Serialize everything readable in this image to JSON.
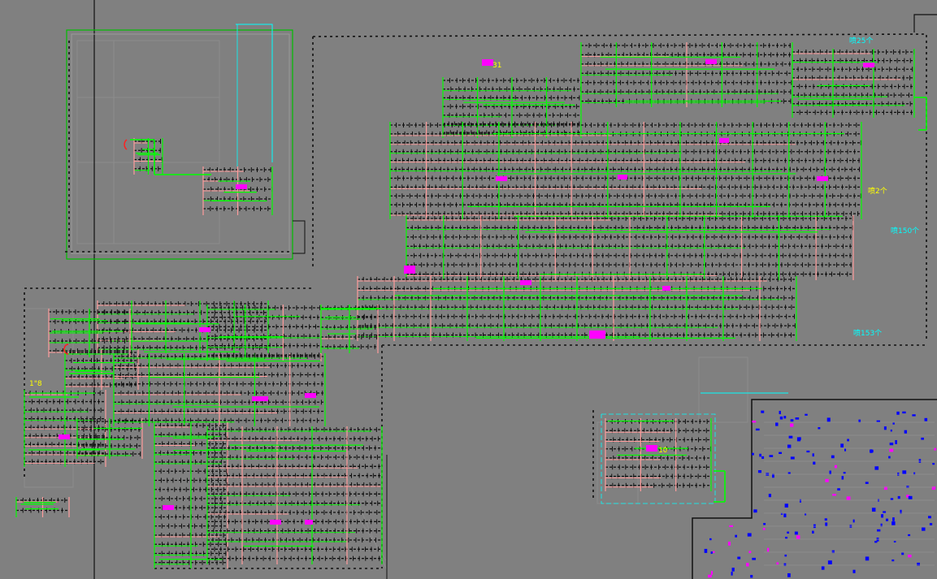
{
  "colors": {
    "background": "#808080",
    "pipe_green": "#00ff00",
    "pipe_black": "#101010",
    "pipe_pink": "#ff9c9c",
    "label_magenta": "#ff00ff",
    "label_cyan": "#00ffff",
    "label_yellow": "#ffff00",
    "frame_green": "#00c000",
    "grid_gray": "#8f8f8f"
  },
  "labels": {
    "top_right_count": "喷25个",
    "right_count_1": "喷2个",
    "right_count_2": "喷150个",
    "right_count_3": "喷153个",
    "left_count": "1\"8",
    "top_tag": "31",
    "lower_tag": "10"
  },
  "icons": {
    "detail_marker": "circle-marker-icon"
  }
}
